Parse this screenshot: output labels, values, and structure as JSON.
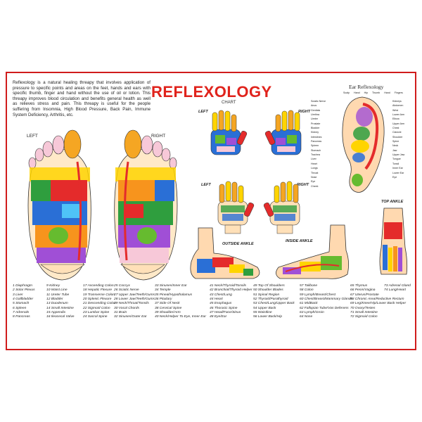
{
  "title": "REFLEXOLOGY",
  "chart_label": "CHART",
  "intro_text": "Reflexology is a natural healing threapy that involves application of pressure to specific points and areas on the feet, hands and ears with specific thumb, finger and hand without the use of oil or lotion. This threapy improves blood circulation and benefits general health as well as relieves stress and pain. This threapy is useful for the people suffering from Insomnia, High Blood Pressure, Back Pain, Immune System Deficiency, Arthritis, etc.",
  "labels": {
    "feet_left": "LEFT",
    "feet_right": "RIGHT",
    "hand_left_top": "LEFT",
    "hand_right_top": "RIGHT",
    "hand_left_bottom": "LEFT",
    "hand_right_bottom": "RIGHT",
    "outside_ankle": "OUTSIDE ANKLE",
    "inside_ankle": "INSIDE ANKLE",
    "top_ankle": "TOP ANKLE",
    "ear_reflexology": "Ear Reflexology"
  },
  "legend": [
    [
      "1 Diaphragm",
      "2 Solar Plexus",
      "3 Liver",
      "4 Gallbladder",
      "5 Stomach",
      "6 Spleen",
      "7 Adrenals",
      "8 Pancreas"
    ],
    [
      "9 Kidney",
      "10 Waist Line",
      "11 Ureter Tube",
      "12 Bladder",
      "13 Duodenum",
      "14 Small Intestine",
      "15 Appendix",
      "16 Ileocecal Valve"
    ],
    [
      "17 Ascending Colon",
      "18 Hepatic Flexure",
      "19 Transverse Colon",
      "20 Splenic Flexure",
      "21 Descending Colon",
      "22 Sigmoid Colon",
      "23 Lumbar Spine",
      "24 Sacral Spine"
    ],
    [
      "25 Coccyx",
      "26 Sciatic Nerve",
      "27 Upper Jaw/Teeth/Gums",
      "28 Lower Jaw/Teeth/Gums",
      "29 Neck/Throat/Tonsils",
      "30 Vocal Chords",
      "31 Brain",
      "32 Sinuses/Outer Ear"
    ],
    [
      "33 Sinuses/Inner Ear",
      "34 Temple",
      "35 Pineal/Hypothalamus",
      "36 Pituitary",
      "37 Side Of Neck",
      "38 Cervical Spine",
      "39 Shoulder/Arm",
      "40 Neck/Helper To Eye, Inner Ear"
    ],
    [
      "41 Neck/Thyroid/Tonsils",
      "42 Bronchial/Thyroid Helper",
      "43 Chest/Lung",
      "44 Heart",
      "45 Esophagus",
      "46 Thoracic Spine",
      "47 Head/Face/Sinus",
      "48 Eye/Ear"
    ],
    [
      "49 Top Of Shoulders",
      "50 Shoulder Blades",
      "51 Spinal Region",
      "52 Thyroid/Parathyroid",
      "53 Chest/Lung/Upper Back",
      "54 Upper Back",
      "55 Waistline",
      "56 Lower Back/Hip"
    ],
    [
      "57 Tailbone",
      "58 Colon",
      "59 Lymph/Breast/Chest",
      "60 Chest/Breast/Mammary Glands",
      "61 MidBack",
      "62 Fallopian Tube/Vas Deferens",
      "63 Lymph/Groin",
      "64 Nose"
    ],
    [
      "65 Thymus",
      "66 Penis/Vagina",
      "67 Uterus/Prostate",
      "68 Chronic Area/Reductive Rectum",
      "69 Leg/Knee/Hip/Lower Back Helper",
      "70 Ovary/Testes",
      "71 Small Intestine",
      "72 Sigmoid Colon"
    ],
    [
      "73 Adrenal Gland",
      "74 Lung/Heart"
    ]
  ],
  "ear_labels_left": [
    "Scalp",
    "Hand",
    "Hip",
    "Thumb",
    "Hand",
    "Fingers"
  ],
  "ear_labels_sides": [
    "Sciatic Nerve",
    "Anus",
    "Genitals",
    "Urethra",
    "Ureter",
    "Prostate",
    "Bladder",
    "Kidney",
    "Intestines",
    "Pancreas",
    "Spleen",
    "Stomach",
    "Trachea",
    "Liver",
    "Heart",
    "Lungs",
    "Throat",
    "Nose",
    "Eye",
    "Cheek"
  ],
  "ear_labels_right": [
    "Kidneys",
    "Abdomen",
    "Wrist",
    "Lower Arm",
    "Elbow",
    "Upper Arm",
    "Chest",
    "Clavicle",
    "Shoulder",
    "Spine",
    "Neck",
    "Jaw",
    "Upper Jaw",
    "Tongue",
    "Tonsil",
    "Inner Ear",
    "Lower Ear",
    "Eye"
  ],
  "colors": {
    "title": "#e0231c",
    "border": "#d01c1c"
  }
}
